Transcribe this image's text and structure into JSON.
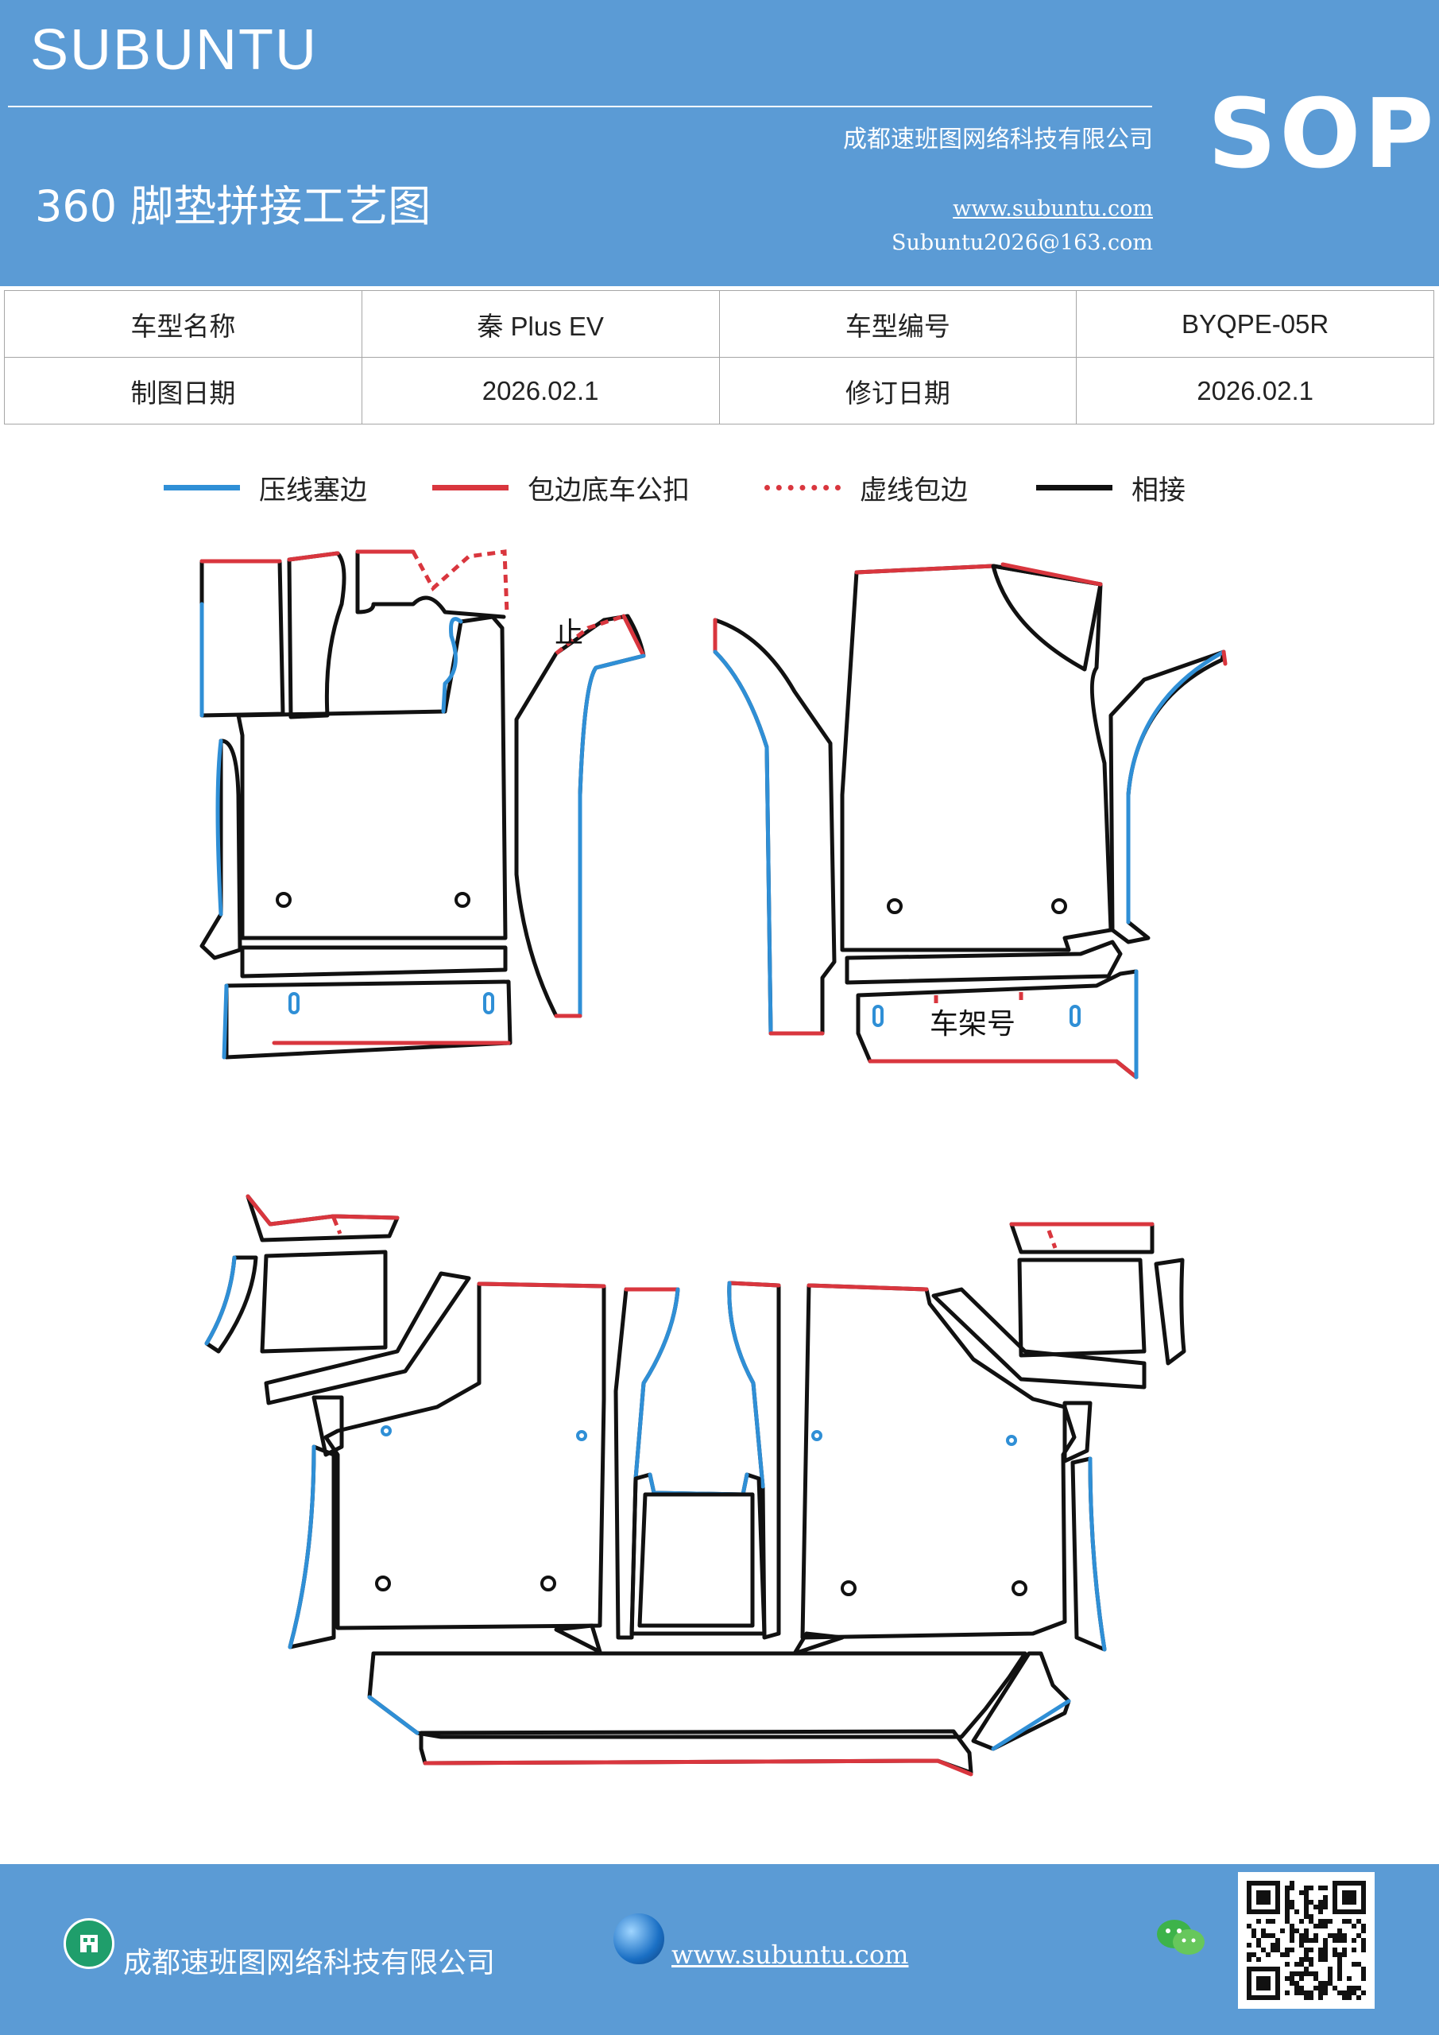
{
  "header": {
    "brand": "SUBUNTU",
    "badge": "SOP",
    "title": "360 脚垫拼接工艺图",
    "company": "成都速班图网络科技有限公司",
    "website": "www.subuntu.com",
    "email": "Subuntu2026@163.com"
  },
  "info_table": {
    "rows": [
      [
        "车型名称",
        "秦 Plus  EV",
        "车型编号",
        "BYQPE-05R"
      ],
      [
        "制图日期",
        "2026.02.1",
        "修订日期",
        "2026.02.1"
      ]
    ]
  },
  "legend": [
    {
      "label": "压线塞边",
      "color": "#2f8fd6",
      "style": "solid"
    },
    {
      "label": "包边底车公扣",
      "color": "#d9363e",
      "style": "solid"
    },
    {
      "label": "虚线包边",
      "color": "#d9363e",
      "style": "dotted"
    },
    {
      "label": "相接",
      "color": "#111111",
      "style": "solid"
    }
  ],
  "diagram": {
    "stop_mark": "止",
    "vin_label": "车架号"
  },
  "footer": {
    "company": "成都速班图网络科技有限公司",
    "website": "www.subuntu.com",
    "icons": [
      "building-icon",
      "globe-icon",
      "wechat-icon",
      "qr-code"
    ]
  },
  "colors": {
    "header_bg": "#5b9bd5",
    "blue_line": "#2f8fd6",
    "red_line": "#d9363e",
    "black_line": "#111111"
  }
}
